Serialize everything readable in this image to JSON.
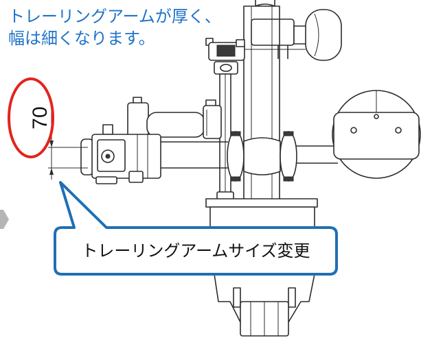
{
  "caption": {
    "line1": "トレーリングアームが厚く、",
    "line2": "幅は細くなります。",
    "color": "#1f73c8"
  },
  "dimension": {
    "label": "70"
  },
  "highlight": {
    "color": "#e3241d"
  },
  "callout": {
    "text": "トレーリングアームサイズ変更",
    "border_color": "#1f6fb4"
  },
  "nav": {
    "icon": "chevron-right-icon",
    "color": "#b5b5b5"
  }
}
